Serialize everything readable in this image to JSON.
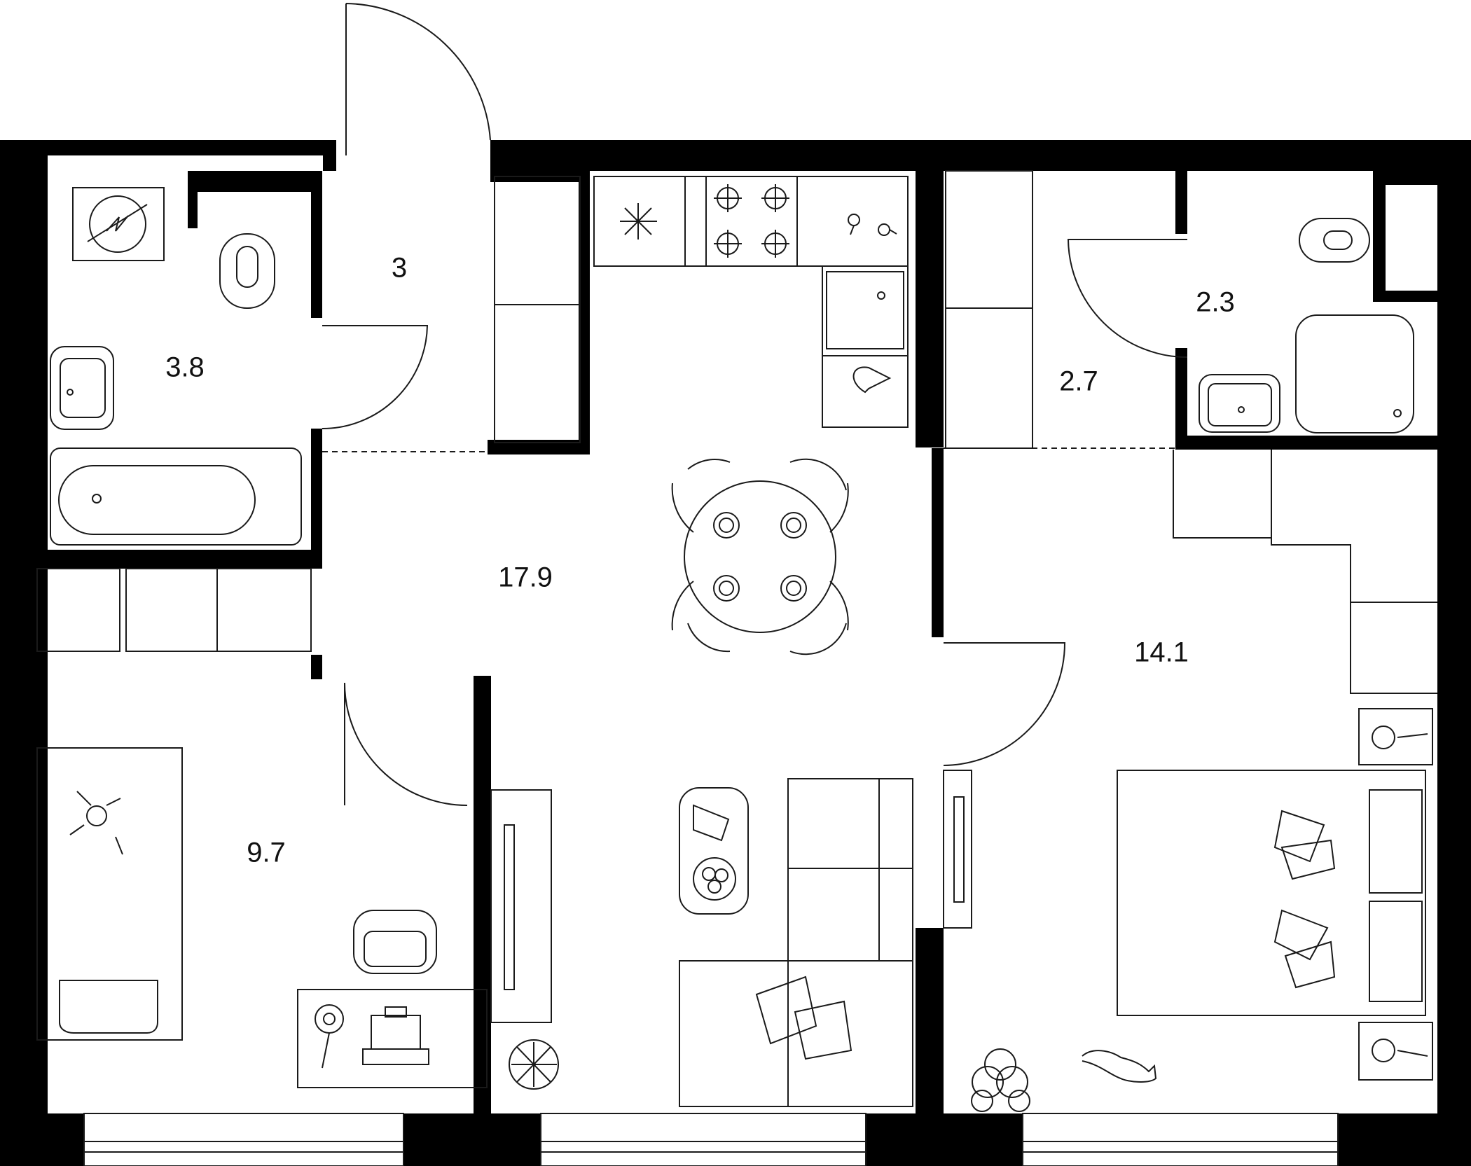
{
  "rooms": [
    {
      "id": "bathroom",
      "area": "3.8"
    },
    {
      "id": "hall",
      "area": "3"
    },
    {
      "id": "kitchen-living",
      "area": "17.9"
    },
    {
      "id": "wardrobe",
      "area": "2.7"
    },
    {
      "id": "toilet",
      "area": "2.3"
    },
    {
      "id": "bedroom",
      "area": "14.1"
    },
    {
      "id": "kids-room",
      "area": "9.7"
    }
  ],
  "colors": {
    "wall": "#000000",
    "line": "#1a1a1a",
    "background": "#ffffff"
  }
}
